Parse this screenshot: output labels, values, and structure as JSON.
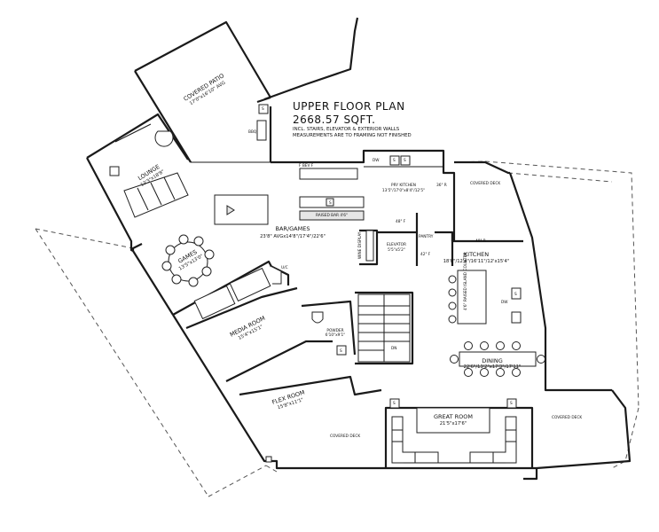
{
  "plan": {
    "title": "UPPER FLOOR PLAN",
    "area": "2668.57 SQFT.",
    "note_1": "INCL. STAIRS, ELEVATOR & EXTERIOR WALLS",
    "note_2": "MEASUREMENTS ARE TO FRAMING NOT FINISHED"
  },
  "rooms": {
    "covered_patio": {
      "name": "COVERED PATIO",
      "dim": "17'0\"x16'10\" AVG"
    },
    "lounge": {
      "name": "LOUNGE",
      "dim": "13'3\"x18'8\""
    },
    "bar_games": {
      "name": "BAR/GAMES",
      "dim": "23'8\" AVGx14'8\"/17'4\"/22'6\""
    },
    "games": {
      "name": "GAMES",
      "dim": "13'5\"x13'0\""
    },
    "media_room": {
      "name": "MEDIA ROOM",
      "dim": "15'4\"x15'1\""
    },
    "powder": {
      "name": "POWDER",
      "dim": "6'10\"x9'1\""
    },
    "flex_room": {
      "name": "FLEX ROOM",
      "dim": "15'8\"x11'1\""
    },
    "pry_kitchen": {
      "name": "PRY KITCHEN",
      "dim": "13'5\"/17'0\"x8'4\"/12'5\""
    },
    "elevator": {
      "name": "ELEVATOR",
      "dim": "5'5\"x5'2\""
    },
    "kitchen": {
      "name": "KITCHEN",
      "dim": "18'0\"/12'4\"/16'11\"/12'x15'4\""
    },
    "dining": {
      "name": "DINING",
      "dim": "22'6\"/13'2\"x17'3\"/17'11\""
    },
    "great_room": {
      "name": "GREAT ROOM",
      "dim": "21'5\"x17'6\""
    }
  },
  "small_labels": {
    "covered_deck": "COVERED DECK",
    "raised_bar": "RAISED BAR 4'6\"",
    "wine_display": "WINE DISPLAY",
    "pantry": "PANTRY",
    "island": "4'6\" RAISED ISLAND COUNTER",
    "bbq": "BBQ",
    "dw": "DW",
    "s": "S",
    "f": "F",
    "r": "R",
    "uc": "U/C",
    "ht_48f": "48\" F",
    "ht_42f": "42\" F",
    "ht_36r": "36\" R",
    "ht_48r": "48\" R",
    "ht_36b": "36\" B",
    "fridge_beverage": "F BEV F",
    "dn": "DN"
  }
}
